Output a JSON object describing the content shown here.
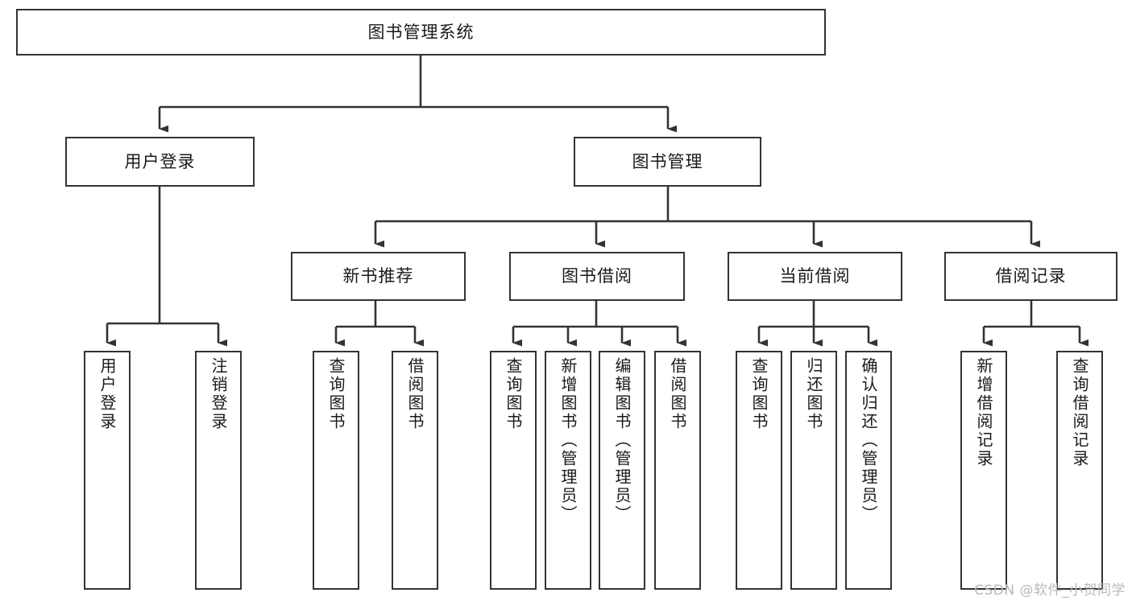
{
  "diagram": {
    "type": "tree",
    "title": "图书管理系统",
    "style": {
      "box_border_color": "#333333",
      "box_fill_color": "#ffffff",
      "edge_color": "#333333",
      "text_color": "#1a1a1a",
      "background": "#ffffff",
      "watermark_color": "#b9b9b9"
    },
    "nodes": {
      "root": {
        "label": "图书管理系统"
      },
      "level2": [
        {
          "id": "user-login",
          "label": "用户登录"
        },
        {
          "id": "book-manage",
          "label": "图书管理"
        }
      ],
      "level3": [
        {
          "id": "new-book-rec",
          "label": "新书推荐"
        },
        {
          "id": "book-borrow",
          "label": "图书借阅"
        },
        {
          "id": "current-borrow",
          "label": "当前借阅"
        },
        {
          "id": "borrow-record",
          "label": "借阅记录"
        }
      ],
      "leaves": [
        {
          "id": "leaf-user-login",
          "parent": "user-login",
          "label": "用户登录"
        },
        {
          "id": "leaf-logout",
          "parent": "user-login",
          "label": "注销登录"
        },
        {
          "id": "leaf-query-book-1",
          "parent": "new-book-rec",
          "label": "查询图书"
        },
        {
          "id": "leaf-borrow-book-1",
          "parent": "new-book-rec",
          "label": "借阅图书"
        },
        {
          "id": "leaf-query-book-2",
          "parent": "book-borrow",
          "label": "查询图书"
        },
        {
          "id": "leaf-add-book",
          "parent": "book-borrow",
          "label": "新增图书（管理员）"
        },
        {
          "id": "leaf-edit-book",
          "parent": "book-borrow",
          "label": "编辑图书（管理员）"
        },
        {
          "id": "leaf-borrow-book-2",
          "parent": "book-borrow",
          "label": "借阅图书"
        },
        {
          "id": "leaf-query-book-3",
          "parent": "current-borrow",
          "label": "查询图书"
        },
        {
          "id": "leaf-return-book",
          "parent": "current-borrow",
          "label": "归还图书"
        },
        {
          "id": "leaf-confirm-return",
          "parent": "current-borrow",
          "label": "确认归还（管理员）"
        },
        {
          "id": "leaf-add-record",
          "parent": "borrow-record",
          "label": "新增借阅记录"
        },
        {
          "id": "leaf-query-record",
          "parent": "borrow-record",
          "label": "查询借阅记录"
        }
      ]
    }
  },
  "watermark": {
    "text": "CSDN @软件_小贺同学"
  }
}
